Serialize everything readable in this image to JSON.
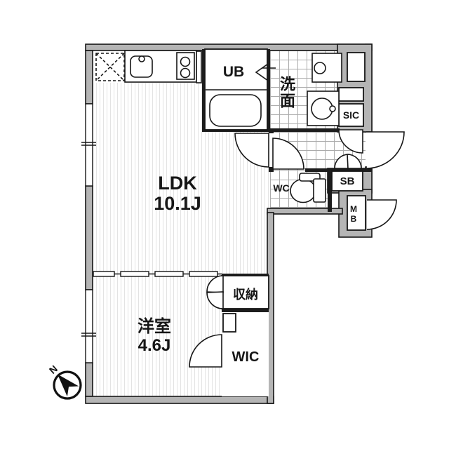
{
  "plan": {
    "type": "japanese-apartment-floorplan",
    "compass": {
      "north_label": "N"
    },
    "rooms": {
      "ldk": {
        "name": "LDK",
        "size": "10.1J"
      },
      "bedroom": {
        "name": "洋室",
        "size": "4.6J"
      },
      "storage": {
        "name": "収納"
      },
      "wic": {
        "name": "WIC"
      },
      "unit_bath": {
        "name": "UB"
      },
      "washroom": {
        "name": "洗面"
      },
      "toilet": {
        "name": "WC"
      },
      "shoe_in_closet": {
        "name": "SIC"
      },
      "shoe_box": {
        "name": "SB"
      },
      "meter_box": {
        "name": "MB"
      }
    },
    "colors": {
      "wall_fill": "#b5b5b5",
      "line": "#161616",
      "floor_stripe": "#e3e3e3",
      "tile_line": "#ababab",
      "background": "#ffffff"
    }
  }
}
